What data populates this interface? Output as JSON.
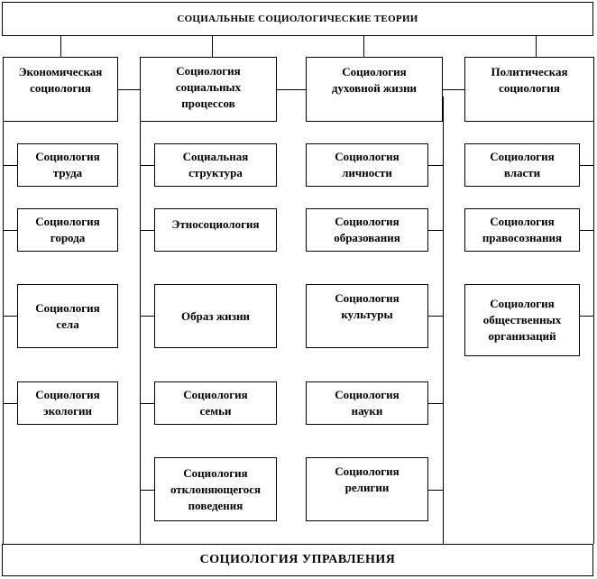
{
  "header": "СОЦИАЛЬНЫЕ   СОЦИОЛОГИЧЕСКИЕ   ТЕОРИИ",
  "footer": "СОЦИОЛОГИЯ   УПРАВЛЕНИЯ",
  "columns": [
    {
      "title": "Экономическая\nсоциология",
      "children": [
        "Социология\nтруда",
        "Социология\nгорода",
        "Социология\nсела",
        "Социология\nэкологии"
      ]
    },
    {
      "title": "Социология\nсоциальных\nпроцессов",
      "children": [
        "Социальная\nструктура",
        "Этносоциология",
        "Образ жизни",
        "Социология\nсемьи",
        "Социология\nотклоняющегося\nповедения"
      ]
    },
    {
      "title": "Социология\nдуховной жизни",
      "children": [
        "Социология\nличности",
        "Социология\nобразования",
        "Социология\nкультуры",
        "Социология\nнауки",
        "Социология\nрелигии"
      ]
    },
    {
      "title": "Политическая\nсоциология",
      "children": [
        "Социология\nвласти",
        "Социология\nправосознания",
        "Социология\nобщественных\nорганизаций"
      ]
    }
  ]
}
